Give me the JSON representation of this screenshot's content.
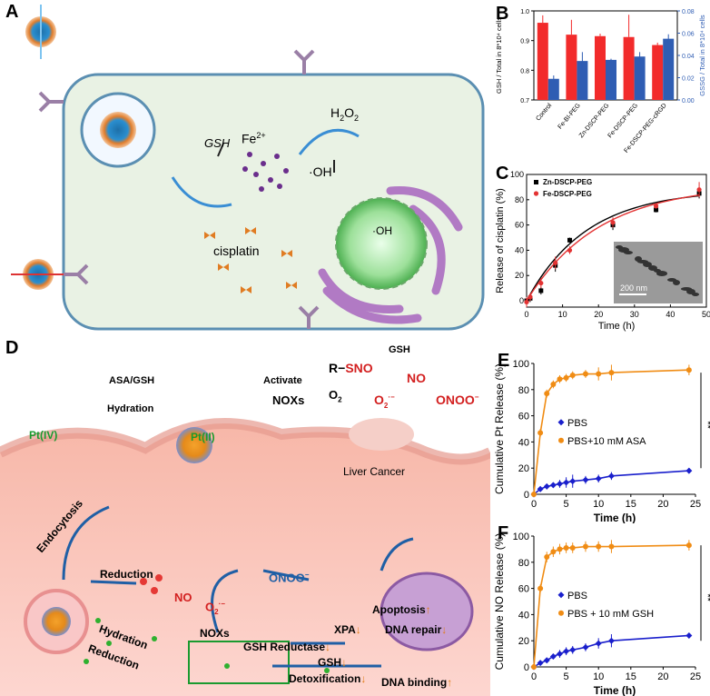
{
  "panels": {
    "A": "A",
    "B": "B",
    "C": "C",
    "D": "D",
    "E": "E",
    "F": "F"
  },
  "panel_a": {
    "gsh": "GSH",
    "fe": "Fe",
    "fe_sup": "2+",
    "h2o2": "H",
    "h2o2_sub": "2",
    "h2o2_o": "O",
    "h2o2_sub2": "2",
    "oh": "·OH",
    "cisplatin": "cisplatin",
    "oh_inside": "·OH"
  },
  "chart_b": {
    "ylabel_left": "GSH / Total in 8*10⁴ cells",
    "ylabel_right": "GSSG / Total in 8*10⁴ cells",
    "categories": [
      "Control",
      "Fe-BI-PEG",
      "Zn-DSCP-PEG",
      "Fe-DSCP-PEG",
      "Fe-DSCP-PEG-cRGD"
    ],
    "left_ticks": [
      "0.7",
      "0.8",
      "0.9",
      "1.0"
    ],
    "right_ticks": [
      "0.00",
      "0.02",
      "0.04",
      "0.06",
      "0.08"
    ]
  },
  "chart_c": {
    "ylabel": "Release of cisplatin (%)",
    "xlabel": "Time (h)",
    "legend": [
      "Zn-DSCP-PEG",
      "Fe-DSCP-PEG"
    ],
    "xticks": [
      "0",
      "10",
      "20",
      "30",
      "40",
      "50"
    ],
    "yticks": [
      "0",
      "20",
      "40",
      "60",
      "80",
      "100"
    ],
    "scalebar": "200 nm"
  },
  "panel_d": {
    "asa": "ASA/GSH",
    "hydration": "Hydration",
    "activate": "Activate",
    "noxs": "NOXs",
    "rsno_r": "R",
    "rsno_s": "SNO",
    "gsh": "GSH",
    "no": "NO",
    "o2": "O",
    "o2_sub": "2",
    "o2rad": "O",
    "ono": "ONOO",
    "ptiv": "Pt(IV)",
    "ptii": "Pt(II)",
    "liver": "Liver Cancer",
    "endocytosis": "Endocytosis",
    "reduction": "Reduction",
    "no2": "NO",
    "ono2": "ONOO",
    "apoptosis": "Apoptosis",
    "xpa": "XPA",
    "dnarepair": "DNA repair",
    "gshred": "GSH Reductase",
    "noxs2": "NOXs",
    "o2r": "O",
    "hydration2": "Hydration",
    "reduction2": "Reduction",
    "gsh2": "GSH",
    "detox": "Detoxification",
    "dnabind": "DNA binding"
  },
  "chart_data": [
    {
      "type": "bar",
      "categories": [
        "Control",
        "Fe-BI-PEG",
        "Zn-DSCP-PEG",
        "Fe-DSCP-PEG",
        "Fe-DSCP-PEG-cRGD"
      ],
      "series": [
        {
          "values": [
            0.96,
            0.92,
            0.915,
            0.912,
            0.885
          ],
          "errors": [
            0.025,
            0.05,
            0.008,
            0.075,
            0.008
          ],
          "axis": "left",
          "color": "#f22b2b"
        },
        {
          "values": [
            0.019,
            0.035,
            0.036,
            0.039,
            0.055
          ],
          "errors": [
            0.003,
            0.008,
            0.001,
            0.004,
            0.004
          ],
          "axis": "right",
          "color": "#2f5db3"
        }
      ],
      "ylim_left": [
        0.7,
        1.0
      ],
      "ylim_right": [
        0.0,
        0.08
      ],
      "ylabel": "GSH / Total in 8*10⁴ cells",
      "ylabel2": "GSSG / Total in 8*10⁴ cells"
    },
    {
      "type": "scatter",
      "title": "",
      "xlabel": "Time (h)",
      "ylabel": "Release of cisplatin (%)",
      "xlim": [
        0,
        50
      ],
      "ylim": [
        -5,
        100
      ],
      "series": [
        {
          "name": "Zn-DSCP-PEG",
          "color": "#000000",
          "x": [
            0,
            1,
            4,
            8,
            12,
            24,
            36,
            48
          ],
          "y": [
            0,
            2,
            8,
            28,
            48,
            60,
            72,
            85
          ],
          "err": [
            3,
            3,
            3,
            5,
            2,
            4,
            2,
            4
          ]
        },
        {
          "name": "Fe-DSCP-PEG",
          "color": "#e33333",
          "x": [
            0,
            1,
            4,
            8,
            12,
            24,
            36,
            48
          ],
          "y": [
            -1,
            3,
            14,
            30,
            40,
            62,
            75,
            88
          ],
          "err": [
            4,
            3,
            4,
            5,
            3,
            4,
            2,
            6
          ]
        }
      ]
    },
    {
      "type": "line",
      "xlabel": "Time (h)",
      "ylabel": "Cumulative Pt Release (%)",
      "xlim": [
        0,
        25
      ],
      "ylim": [
        0,
        100
      ],
      "xticks": [
        0,
        5,
        10,
        15,
        20,
        25
      ],
      "yticks": [
        0,
        20,
        40,
        60,
        80,
        100
      ],
      "series": [
        {
          "name": "PBS",
          "color": "#1a1fcc",
          "x": [
            0,
            1,
            2,
            3,
            4,
            5,
            6,
            8,
            10,
            12,
            24
          ],
          "y": [
            0,
            4,
            6,
            7,
            8,
            9,
            10,
            11,
            12,
            14,
            18
          ],
          "err": [
            0,
            1,
            2,
            2,
            3,
            4,
            5,
            3,
            3,
            3,
            2
          ]
        },
        {
          "name": "PBS+10 mM ASA",
          "color": "#f08c14",
          "x": [
            0,
            1,
            2,
            3,
            4,
            5,
            6,
            8,
            10,
            12,
            24
          ],
          "y": [
            0,
            47,
            77,
            84,
            88,
            89,
            91,
            92,
            92,
            93,
            95
          ],
          "err": [
            0,
            3,
            3,
            3,
            3,
            3,
            3,
            3,
            5,
            6,
            4
          ]
        }
      ],
      "annotation": "**"
    },
    {
      "type": "line",
      "xlabel": "Time (h)",
      "ylabel": "Cumulative NO Release (%)",
      "xlim": [
        0,
        25
      ],
      "ylim": [
        0,
        100
      ],
      "xticks": [
        0,
        5,
        10,
        15,
        20,
        25
      ],
      "yticks": [
        0,
        20,
        40,
        60,
        80,
        100
      ],
      "series": [
        {
          "name": "PBS",
          "color": "#1a1fcc",
          "x": [
            0,
            1,
            2,
            3,
            4,
            5,
            6,
            8,
            10,
            12,
            24
          ],
          "y": [
            0,
            3,
            5,
            8,
            10,
            12,
            13,
            15,
            18,
            20,
            24
          ],
          "err": [
            0,
            1,
            2,
            2,
            3,
            3,
            3,
            3,
            4,
            5,
            2
          ]
        },
        {
          "name": "PBS + 10 mM GSH",
          "color": "#f08c14",
          "x": [
            0,
            1,
            2,
            3,
            4,
            5,
            6,
            8,
            10,
            12,
            24
          ],
          "y": [
            0,
            60,
            84,
            88,
            90,
            91,
            91,
            92,
            92,
            92,
            93
          ],
          "err": [
            0,
            3,
            4,
            4,
            4,
            4,
            4,
            4,
            4,
            5,
            4
          ]
        }
      ],
      "annotation": "**"
    }
  ]
}
